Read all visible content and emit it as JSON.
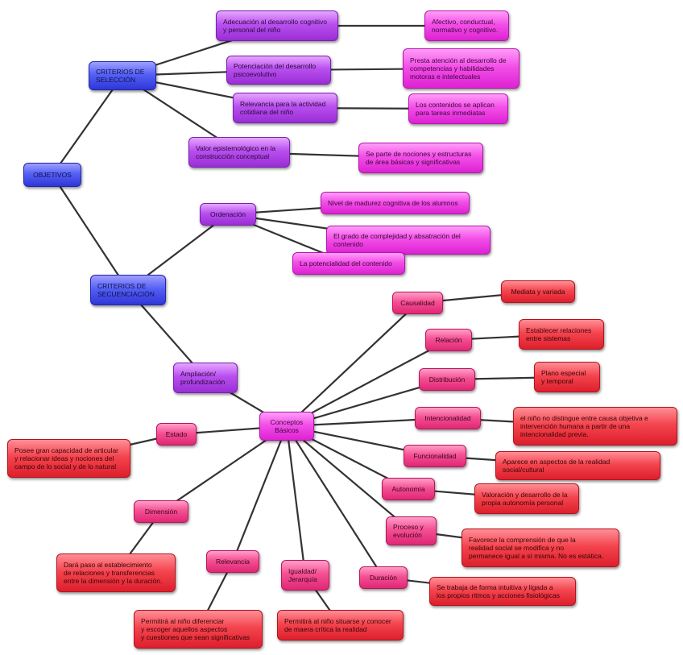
{
  "diagram": {
    "nodes": [
      {
        "id": "objetivos",
        "label": "OBJETIVOS",
        "color": "blue"
      },
      {
        "id": "crit_sel",
        "label": "CRITERIOS DE\nSELECCIÓN",
        "color": "blue"
      },
      {
        "id": "crit_sec",
        "label": "CRITERIOS DE\nSECUENCIACIÓN",
        "color": "blue"
      },
      {
        "id": "adecuacion",
        "label": "Adecuación al desarrollo cognitivo\ny personal del niño",
        "color": "violet"
      },
      {
        "id": "potenciacion",
        "label": "Potenciación del desarrollo\npsicoevolutivo",
        "color": "violet"
      },
      {
        "id": "relevancia_act",
        "label": "Relevancia para la actividad\ncotidiana del niño",
        "color": "violet"
      },
      {
        "id": "valor_epist",
        "label": "Valor epistemológico en la\nconstrucción conceptual",
        "color": "violet"
      },
      {
        "id": "ordenacion",
        "label": "Ordenación",
        "color": "violet"
      },
      {
        "id": "ampliacion",
        "label": "Ampliación/\nprofundización",
        "color": "violet"
      },
      {
        "id": "afectivo",
        "label": "Afectivo, conductual,\nnormativo y cognitivo.",
        "color": "magenta"
      },
      {
        "id": "presta",
        "label": "Presta atención al desarrollo de\ncompetencias y habilidades\nmotoras e intelectuales",
        "color": "magenta"
      },
      {
        "id": "contenidos",
        "label": "Los contenidos se aplican\npara tareas inmediatas",
        "color": "magenta"
      },
      {
        "id": "separte",
        "label": "Se parte de nociones y estructuras\nde área básicas y significativas",
        "color": "magenta"
      },
      {
        "id": "nivel",
        "label": "Nivel de madurez cognitiva de los alumnos",
        "color": "magenta"
      },
      {
        "id": "grado",
        "label": "El grado de complejidad y absatración del\ncontenido",
        "color": "magenta"
      },
      {
        "id": "potencialidad",
        "label": "La potencialidad del contenido",
        "color": "magenta"
      },
      {
        "id": "conceptos",
        "label": "Conceptos\nBásicos",
        "color": "magenta"
      },
      {
        "id": "causalidad",
        "label": "Causalidad",
        "color": "pink"
      },
      {
        "id": "relacion",
        "label": "Relación",
        "color": "pink"
      },
      {
        "id": "distribucion",
        "label": "Distribución",
        "color": "pink"
      },
      {
        "id": "intencionalidad",
        "label": "Intencionalidad",
        "color": "pink"
      },
      {
        "id": "funcionalidad",
        "label": "Funcionalidad",
        "color": "pink"
      },
      {
        "id": "autonomia",
        "label": "Autonomía",
        "color": "pink"
      },
      {
        "id": "proceso",
        "label": "Proceso y\nevolución",
        "color": "pink"
      },
      {
        "id": "duracion",
        "label": "Duración",
        "color": "pink"
      },
      {
        "id": "igualdad",
        "label": "Igualdad/\nJerarquía",
        "color": "pink"
      },
      {
        "id": "relevancia",
        "label": "Relevancia",
        "color": "pink"
      },
      {
        "id": "dimension",
        "label": "Dimensión",
        "color": "pink"
      },
      {
        "id": "estado",
        "label": "Estado",
        "color": "pink"
      },
      {
        "id": "mediata",
        "label": "Mediata y variada",
        "color": "red"
      },
      {
        "id": "establecer",
        "label": "Establecer relaciones\nentre sistemas",
        "color": "red"
      },
      {
        "id": "plano",
        "label": "Plano especial\ny temporal",
        "color": "red"
      },
      {
        "id": "nino_distingue",
        "label": "el niño no distingue entre causa objetiva e\nintervención humana a partir de una\nintencionalidad previa.",
        "color": "red"
      },
      {
        "id": "aparece",
        "label": "Aparece en aspectos de la realidad\nsocial/cultural",
        "color": "red"
      },
      {
        "id": "valoracion",
        "label": "Valoración y desarrollo de la\npropia autonomía personal",
        "color": "red"
      },
      {
        "id": "favorece",
        "label": "Favorece la comprensión de que la\nrealidad social se modifica y no\npermanece igual a sí misma. No es estática.",
        "color": "red"
      },
      {
        "id": "setrabaja",
        "label": "Se trabaja de forma intuitiva y ligada a\nlos propios ritmos y acciones fisiológicas",
        "color": "red"
      },
      {
        "id": "permitira_sit",
        "label": "Permitirá al niño situarse y conocer\nde maera crítica la realidad",
        "color": "red"
      },
      {
        "id": "permitira_dif",
        "label": "Permitirá al niño diferenciar\ny escoger aquellos aspectos\ny cuestiones que sean significativas",
        "color": "red"
      },
      {
        "id": "dara_paso",
        "label": "Dará paso al establecimiento\nde relaciones y transferencias\nentre la dimensión y la duración.",
        "color": "red"
      },
      {
        "id": "posee",
        "label": "Posee gran capacidad de articular\ny relacionar ideas y nociones del\ncampo de lo social y de lo natural",
        "color": "red"
      }
    ],
    "edges": [
      [
        "objetivos",
        "crit_sel"
      ],
      [
        "objetivos",
        "crit_sec"
      ],
      [
        "crit_sel",
        "adecuacion"
      ],
      [
        "crit_sel",
        "potenciacion"
      ],
      [
        "crit_sel",
        "relevancia_act"
      ],
      [
        "crit_sel",
        "valor_epist"
      ],
      [
        "adecuacion",
        "afectivo"
      ],
      [
        "potenciacion",
        "presta"
      ],
      [
        "relevancia_act",
        "contenidos"
      ],
      [
        "valor_epist",
        "separte"
      ],
      [
        "crit_sec",
        "ordenacion"
      ],
      [
        "crit_sec",
        "ampliacion"
      ],
      [
        "ordenacion",
        "nivel"
      ],
      [
        "ordenacion",
        "grado"
      ],
      [
        "ordenacion",
        "potencialidad"
      ],
      [
        "ampliacion",
        "conceptos"
      ],
      [
        "conceptos",
        "causalidad"
      ],
      [
        "conceptos",
        "relacion"
      ],
      [
        "conceptos",
        "distribucion"
      ],
      [
        "conceptos",
        "intencionalidad"
      ],
      [
        "conceptos",
        "funcionalidad"
      ],
      [
        "conceptos",
        "autonomia"
      ],
      [
        "conceptos",
        "proceso"
      ],
      [
        "conceptos",
        "duracion"
      ],
      [
        "conceptos",
        "igualdad"
      ],
      [
        "conceptos",
        "relevancia"
      ],
      [
        "conceptos",
        "dimension"
      ],
      [
        "conceptos",
        "estado"
      ],
      [
        "causalidad",
        "mediata"
      ],
      [
        "relacion",
        "establecer"
      ],
      [
        "distribucion",
        "plano"
      ],
      [
        "intencionalidad",
        "nino_distingue"
      ],
      [
        "funcionalidad",
        "aparece"
      ],
      [
        "autonomia",
        "valoracion"
      ],
      [
        "proceso",
        "favorece"
      ],
      [
        "duracion",
        "setrabaja"
      ],
      [
        "igualdad",
        "permitira_sit"
      ],
      [
        "relevancia",
        "permitira_dif"
      ],
      [
        "dimension",
        "dara_paso"
      ],
      [
        "estado",
        "posee"
      ]
    ]
  }
}
